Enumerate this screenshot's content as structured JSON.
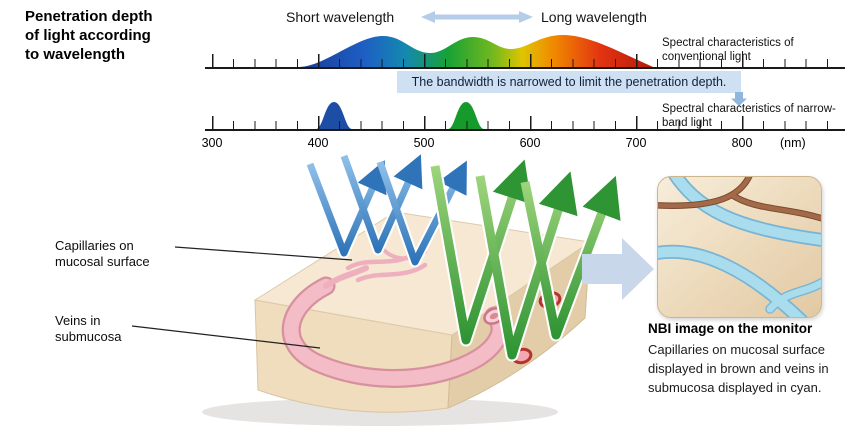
{
  "title": "Penetration depth of light according to wavelength",
  "spectrum": {
    "short_wavelength_label": "Short wavelength",
    "long_wavelength_label": "Long wavelength",
    "conventional_label": "Spectral characteristics of conventional light",
    "narrowband_label": "Spectral characteristics of narrow-band light",
    "banner_text": "The bandwidth is narrowed to limit the penetration depth.",
    "axis": {
      "ticks": [
        "300",
        "400",
        "500",
        "600",
        "700",
        "800"
      ],
      "unit": "(nm)"
    }
  },
  "chart_data": {
    "type": "area",
    "title": "Spectral characteristics of light",
    "xlabel": "(nm)",
    "x_ticks": [
      300,
      400,
      500,
      600,
      700,
      800
    ],
    "series": [
      {
        "name": "Conventional light",
        "range_nm": [
          390,
          710
        ],
        "peaks_nm": [
          460,
          545,
          630
        ]
      },
      {
        "name": "Narrow-band light",
        "peaks_nm": [
          415,
          540
        ]
      }
    ]
  },
  "tissue": {
    "capillaries_label": "Capillaries on mucosal surface",
    "veins_label": "Veins in submucosa"
  },
  "nbi": {
    "title": "NBI image on the monitor",
    "caption": "Capillaries on mucosal surface displayed in brown and veins in submucosa displayed in cyan."
  },
  "colors": {
    "banner_bg": "#cfe0f2",
    "narrow_blue_peak": "#1c4ea6",
    "narrow_green_peak": "#169a2c",
    "blue_light_arrow": "#2f74b8",
    "green_light_arrow": "#2f9433",
    "tissue_surface": "#f6e8d2",
    "vessel_pink": "#f4bcc6",
    "monitor_vessel_brown": "#a26a48",
    "monitor_vessel_cyan": "#a9dcec"
  }
}
